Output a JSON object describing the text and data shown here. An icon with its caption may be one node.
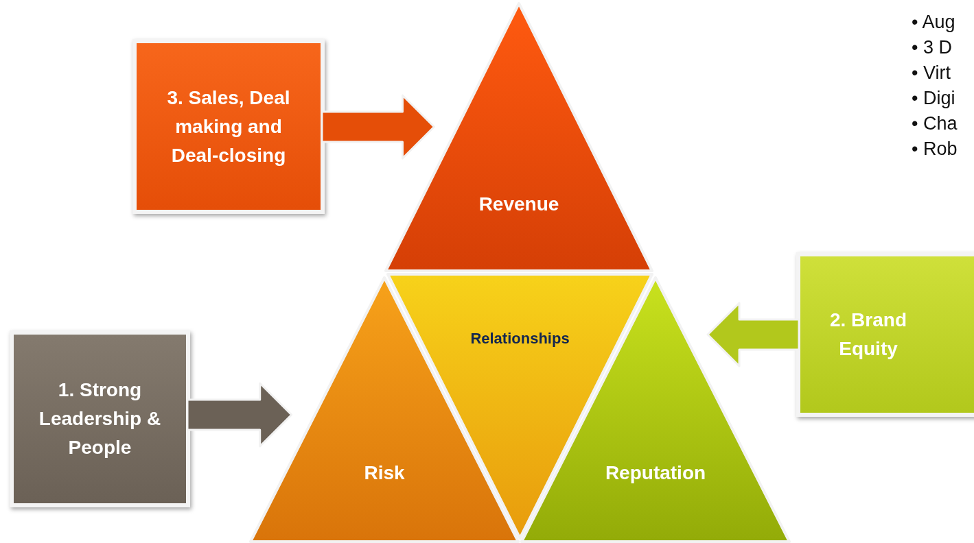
{
  "diagram": {
    "nodes": [
      {
        "text": [
          "3. Sales, Deal making and Deal-closing"
        ]
      },
      {
        "text": [
          "Revenue"
        ]
      },
      {
        "text": [
          "Risk"
        ]
      },
      {
        "text": [
          "Relationships"
        ]
      },
      {
        "text": [
          "Reputation"
        ]
      },
      {
        "text": [
          "2. Brand Equity"
        ]
      },
      {
        "text": [
          "1. Strong Leadership & People"
        ]
      }
    ],
    "edges": [
      {
        "from": 0,
        "to": 1,
        "arrow": "to"
      },
      {
        "from": 5,
        "to": 4,
        "arrow": "to"
      },
      {
        "from": 6,
        "to": 2,
        "arrow": "to"
      }
    ],
    "labels": [
      "• Aug",
      "• 3 D",
      "• Virt",
      "• Digi",
      "• Cha",
      "• Rob"
    ]
  }
}
